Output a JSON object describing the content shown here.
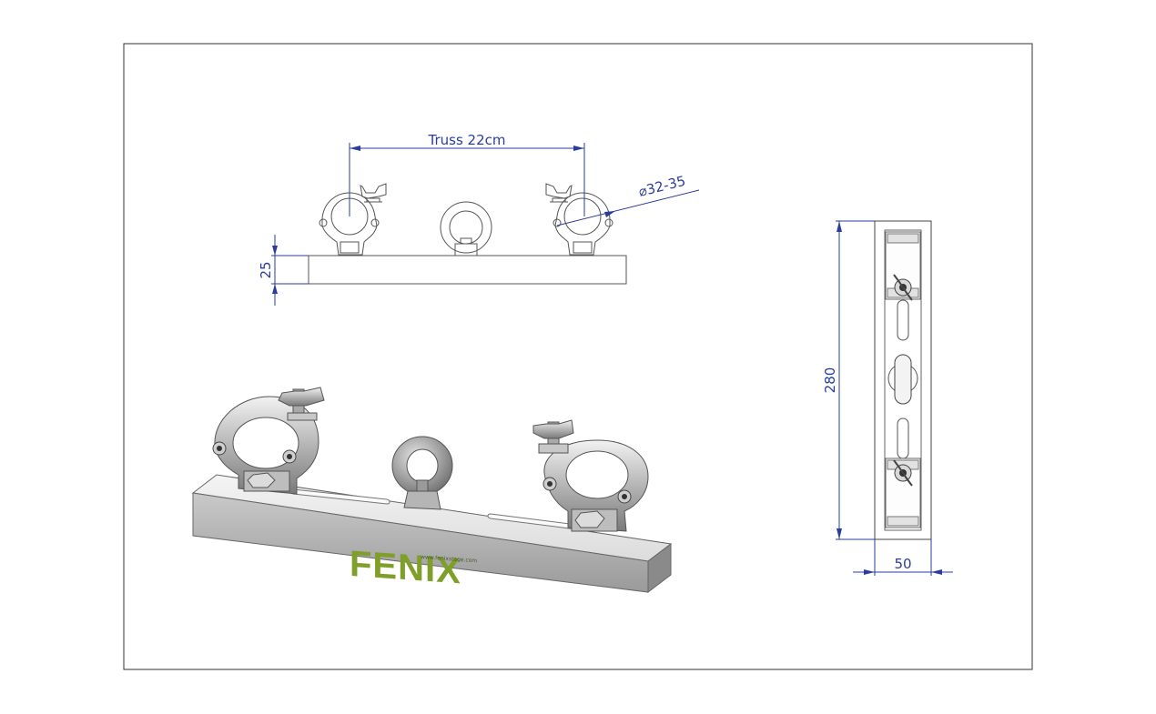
{
  "dimensions": {
    "truss_width": "Truss 22cm",
    "tube_diameter": "⌀32-35",
    "plate_height": "25",
    "plate_length": "280",
    "plate_width": "50"
  },
  "branding": {
    "logo_text": "FENIX",
    "website": "www.fenixstage.com",
    "logo_color": "#7f9f2a"
  },
  "colors": {
    "dimension_lines": "#2a3d9c",
    "frame": "#333333"
  }
}
